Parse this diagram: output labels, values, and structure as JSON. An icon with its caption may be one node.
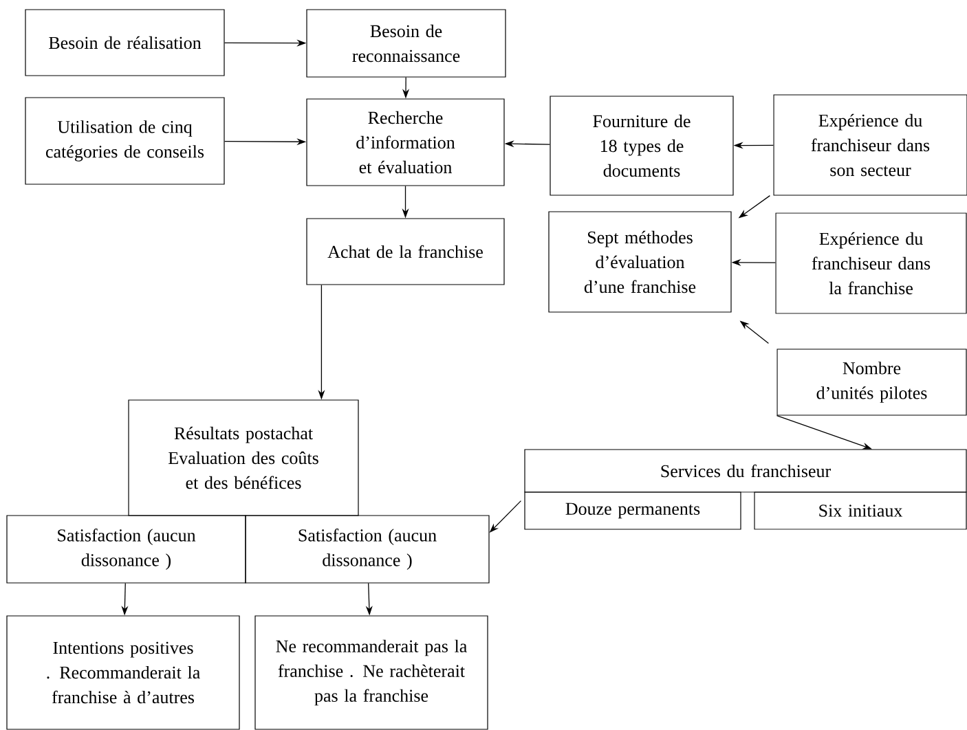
{
  "diagram": {
    "nodes": [
      {
        "text": [
          "Besoin de réalisation"
        ]
      },
      {
        "text": [
          "Besoin de reconnaissance"
        ]
      },
      {
        "text": [
          "Utilisation de cinq catégories de conseils"
        ]
      },
      {
        "text": [
          "Recherche d’information et évaluation"
        ]
      },
      {
        "text": [
          "Fourniture de 18 types de documents"
        ]
      },
      {
        "text": [
          "Expérience du franchiseur dans son secteur"
        ]
      },
      {
        "text": [
          "Achat de la franchise"
        ]
      },
      {
        "text": [
          "Sept méthodes d’évaluation d’une franchise"
        ]
      },
      {
        "text": [
          "Expérience du franchiseur dans la franchise"
        ]
      },
      {
        "text": [
          "Nombre d’unités pilotes"
        ]
      },
      {
        "text": [
          "Résultats postachat Evaluation des coûts et des bénéfices"
        ]
      },
      {
        "text": [
          "Services du franchiseur"
        ]
      },
      {
        "text": [
          "Douze permanents"
        ]
      },
      {
        "text": [
          "Six initiaux"
        ]
      },
      {
        "text": [
          "Satisfaction (aucun dissonance )"
        ]
      },
      {
        "text": [
          "Satisfaction (aucun dissonance )"
        ]
      },
      {
        "text": [
          "Intentions positives . Recommanderait la franchise à d’autres"
        ]
      },
      {
        "text": [
          "Ne recommanderait pas la franchise . Ne rachèterait pas la franchise"
        ]
      }
    ],
    "edges": [
      {
        "from": 0,
        "to": 1,
        "arrow": "to"
      },
      {
        "from": 1,
        "to": 3,
        "arrow": "to"
      },
      {
        "from": 2,
        "to": 3,
        "arrow": "to"
      },
      {
        "from": 4,
        "to": 3,
        "arrow": "to"
      },
      {
        "from": 5,
        "to": 4,
        "arrow": "to"
      },
      {
        "from": 5,
        "to": 7,
        "arrow": "to"
      },
      {
        "from": 8,
        "to": 7,
        "arrow": "to"
      },
      {
        "from": 9,
        "to": 7,
        "arrow": "to"
      },
      {
        "from": 3,
        "to": 6,
        "arrow": "to"
      },
      {
        "from": 6,
        "to": 10,
        "arrow": "to"
      },
      {
        "from": 9,
        "to": 11,
        "arrow": "to"
      },
      {
        "from": 11,
        "to": 15,
        "arrow": "to"
      },
      {
        "from": 14,
        "to": 16,
        "arrow": "to"
      },
      {
        "from": 15,
        "to": 17,
        "arrow": "to"
      }
    ]
  }
}
